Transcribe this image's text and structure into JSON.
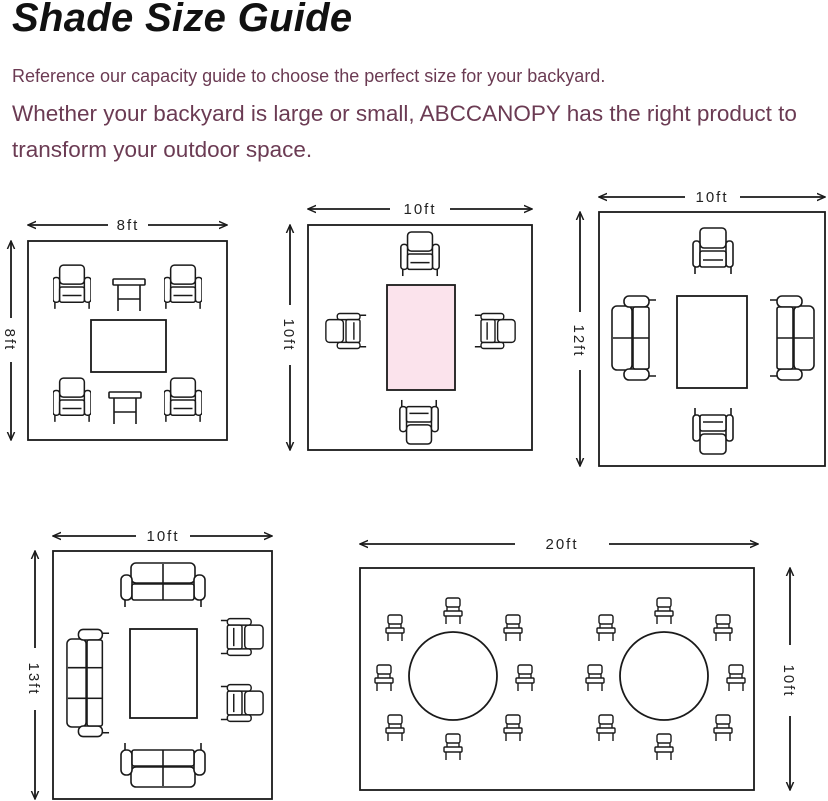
{
  "title": "Shade Size Guide",
  "intro": {
    "line1": "Reference our capacity guide to choose the perfect size for your backyard.",
    "line2": "Whether your backyard is large or small, ABCCANOPY has the right product to transform your outdoor space."
  },
  "colors": {
    "text": "#111111",
    "accent": "#6b3b53",
    "rug_pink": "#fbe3ec",
    "line": "#1a1a1a"
  },
  "layouts": [
    {
      "width_label": "8ft",
      "depth_label": "8ft",
      "furniture": "4 armchairs, 2 side tables, rug"
    },
    {
      "width_label": "10ft",
      "depth_label": "10ft",
      "furniture": "4 armchairs, pink rug"
    },
    {
      "width_label": "10ft",
      "depth_label": "12ft",
      "furniture": "2 armchairs, 2 sofas, rug"
    },
    {
      "width_label": "10ft",
      "depth_label": "13ft",
      "furniture": "2 sofas, 2 armchairs, 1 long sofa, rug"
    },
    {
      "width_label": "20ft",
      "depth_label": "10ft",
      "furniture": "2 round tables, 16 dining chairs"
    }
  ]
}
